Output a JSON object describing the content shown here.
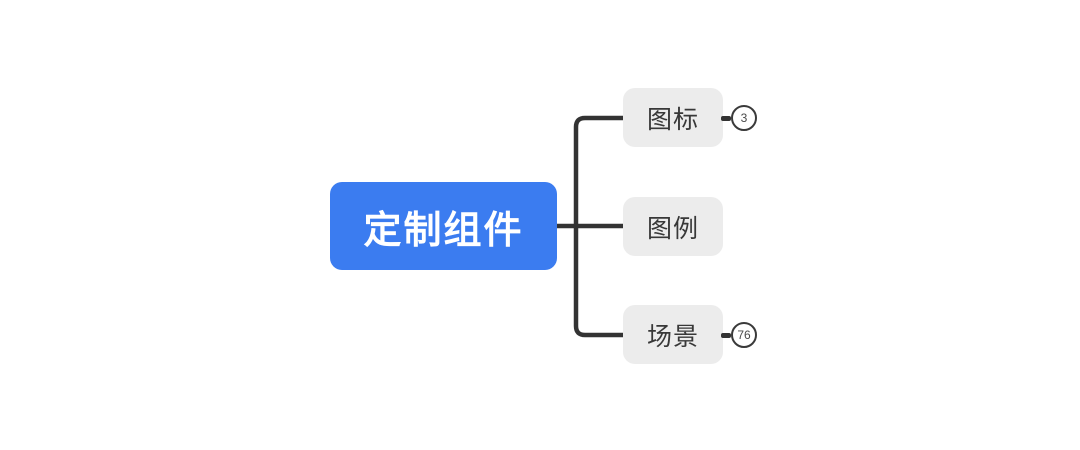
{
  "root": {
    "label": "定制组件"
  },
  "children": [
    {
      "label": "图标",
      "badge": "3"
    },
    {
      "label": "图例",
      "badge": null
    },
    {
      "label": "场景",
      "badge": "76"
    }
  ],
  "colors": {
    "canvas_bg": "#ffffff",
    "root_bg": "#3b7cf0",
    "root_text": "#ffffff",
    "node_bg": "#ececec",
    "node_text": "#383838",
    "line": "#333333",
    "badge_bg": "#ffffff",
    "badge_border": "#3a3a3a",
    "badge_text": "#4a4a4a"
  }
}
